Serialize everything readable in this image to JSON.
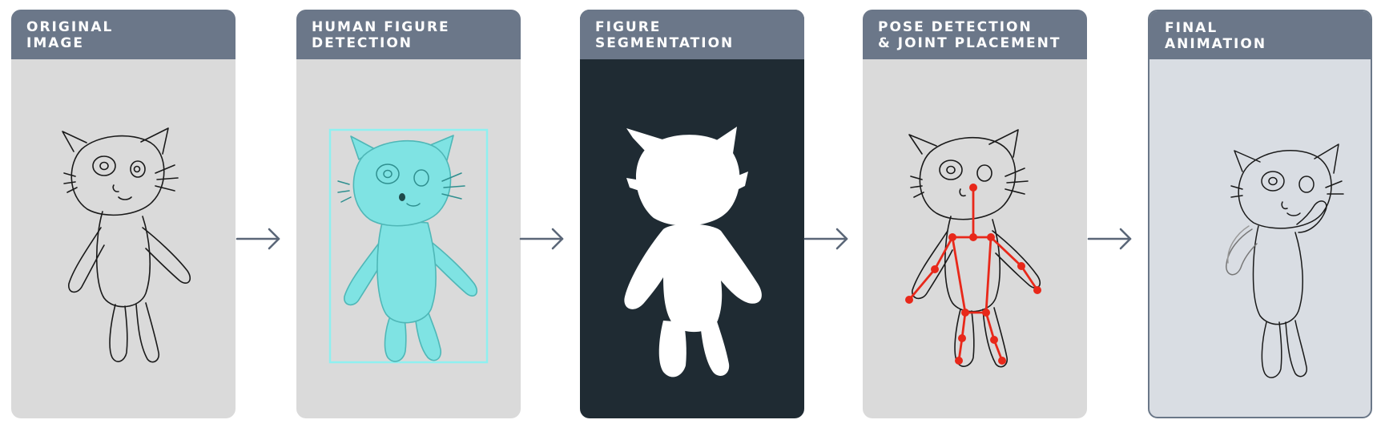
{
  "stages": [
    {
      "title": "ORIGINAL\nIMAGE"
    },
    {
      "title": "HUMAN FIGURE\nDETECTION"
    },
    {
      "title": "FIGURE\nSEGMENTATION"
    },
    {
      "title": "POSE DETECTION\n& JOINT PLACEMENT"
    },
    {
      "title": "FINAL\nANIMATION"
    }
  ],
  "colors": {
    "header": "#6b7789",
    "panel_light": "#dadada",
    "panel_dark": "#1f2b33",
    "detection_fill": "#7fe3e3",
    "detection_box": "#8ff0f0",
    "skeleton": "#e8281a",
    "arrow": "#5b6778"
  },
  "icons": {
    "arrow": "right-arrow-icon",
    "cat_drawing": "cat-drawing-icon"
  }
}
